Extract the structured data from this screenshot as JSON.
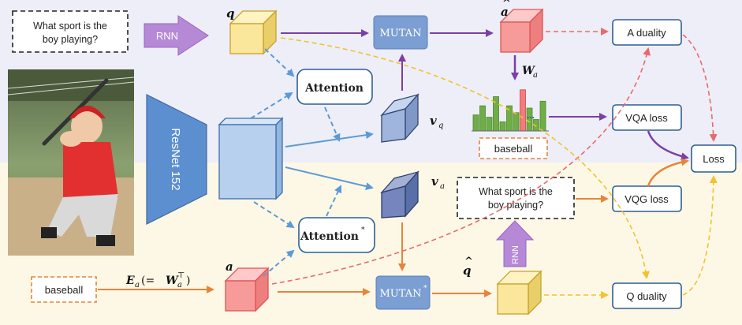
{
  "question_top": {
    "line1": "What sport is the",
    "line2": "boy playing?"
  },
  "question_bottom": {
    "line1": "What sport is the",
    "line2": "boy playing?"
  },
  "answer_input": "baseball",
  "predicted_answer": "baseball",
  "rnn_top": "RNN",
  "rnn_bottom": "RNN",
  "resnet": "ResNet 152",
  "mutan_top": "MUTAN",
  "mutan_bottom": "MUTAN",
  "mutan_bottom_sup": "*",
  "attention_top": "Attention",
  "attention_bottom": "Attention",
  "attention_bottom_sup": "*",
  "symbols": {
    "q": "q",
    "a_hat": "a",
    "hat": "^",
    "v_q": "v",
    "v_q_sub": "q",
    "v_a": "v",
    "v_a_sub": "a",
    "a": "a",
    "q_hat": "q",
    "W_a": "W",
    "W_a_sub": "a",
    "E_a_formula": "E_a(= W_a^T)",
    "E": "E",
    "E_sub": "a",
    "paren_eq": "(= ",
    "W2": "W",
    "W2_sub": "a",
    "W2_sup": "⊤",
    "close_paren": ")",
    "dots": "..."
  },
  "loss_boxes": {
    "a_duality": "A duality",
    "vqa_loss": "VQA loss",
    "vqg_loss": "VQG loss",
    "q_duality": "Q duality",
    "loss": "Loss"
  },
  "histogram": {
    "values": [
      0.35,
      0.55,
      0.3,
      0.75,
      0.2,
      0.55,
      0.4,
      0.9,
      0.5,
      0.25,
      0.65
    ],
    "highlight_index": 7
  },
  "colors": {
    "top_band": "#eeeef8",
    "bottom_band": "#fdf8e6",
    "purple": "#7b3fa6",
    "orange": "#e8843a",
    "blue": "#5b9bd5",
    "red_dash": "#e86a6a",
    "yellow_dash": "#f2c230",
    "box_stroke": "#2e5f95",
    "green_bar": "#70ad47",
    "red_bar": "#f47b7b"
  }
}
